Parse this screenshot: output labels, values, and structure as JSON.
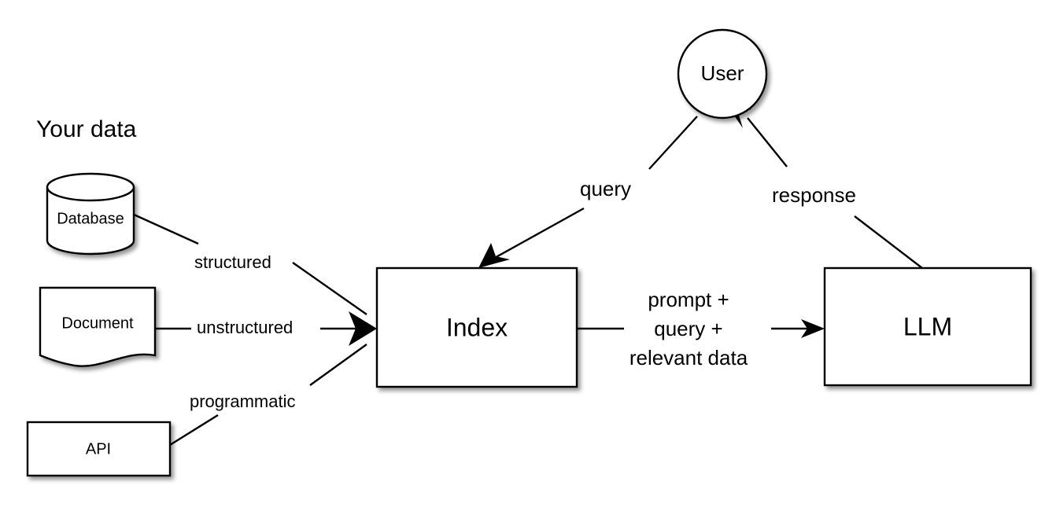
{
  "diagram": {
    "title_heading": "Your data",
    "background_color": "#ffffff",
    "stroke_color": "#000000",
    "nodes": {
      "database": {
        "label": "Database",
        "shape": "cylinder"
      },
      "document": {
        "label": "Document",
        "shape": "wavy-document"
      },
      "api": {
        "label": "API",
        "shape": "rectangle"
      },
      "index": {
        "label": "Index",
        "shape": "rectangle"
      },
      "llm": {
        "label": "LLM",
        "shape": "rectangle"
      },
      "user": {
        "label": "User",
        "shape": "circle"
      }
    },
    "edge_labels": {
      "structured": "structured",
      "unstructured": "unstructured",
      "programmatic": "programmatic",
      "query": "query",
      "response": "response",
      "prompt_line_1": "prompt +",
      "prompt_line_2": "query +",
      "prompt_line_3": "relevant data"
    }
  }
}
